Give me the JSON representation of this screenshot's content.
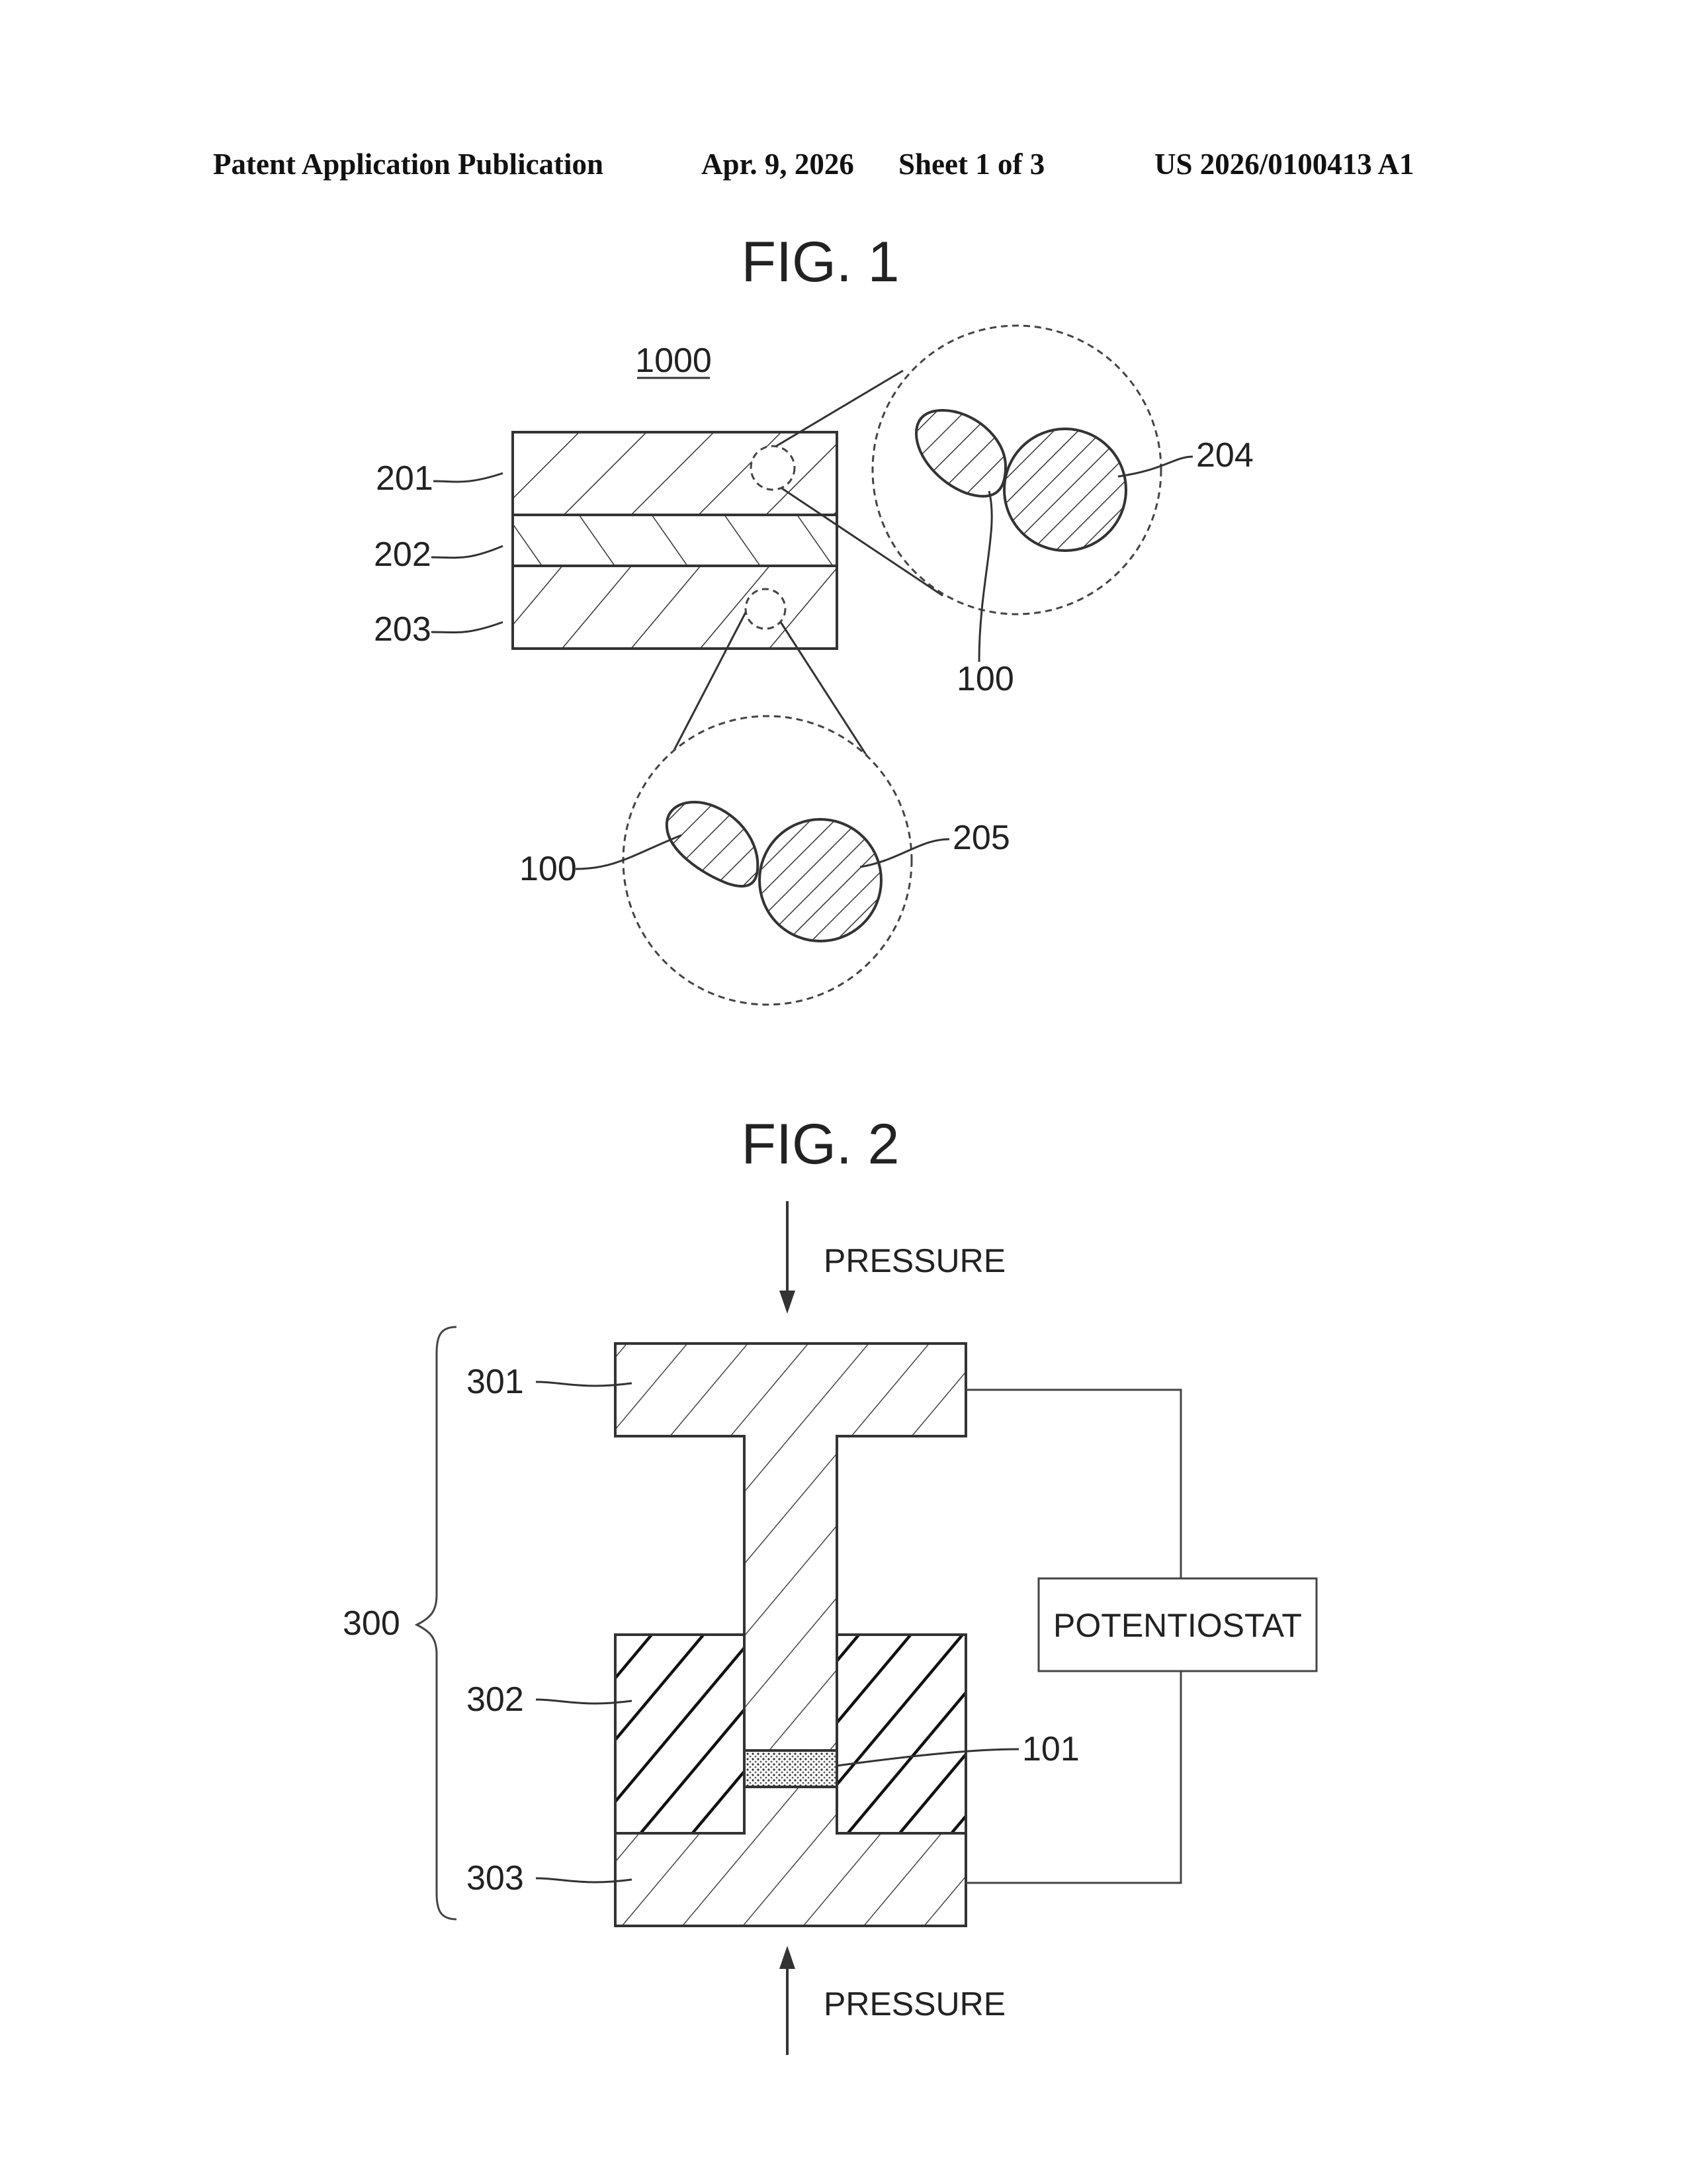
{
  "header": {
    "publication_type": "Patent Application Publication",
    "date": "Apr. 9, 2026",
    "sheet": "Sheet 1 of 3",
    "number": "US 2026/0100413 A1"
  },
  "fig1": {
    "title": "FIG. 1",
    "assembly_ref": "1000",
    "refs": {
      "layer_top": "201",
      "layer_middle": "202",
      "layer_bottom": "203",
      "upper_particle": "204",
      "upper_active": "100",
      "lower_active": "100",
      "lower_particle": "205"
    }
  },
  "fig2": {
    "title": "FIG. 2",
    "pressure_top": "PRESSURE",
    "pressure_bottom": "PRESSURE",
    "instrument": "POTENTIOSTAT",
    "refs": {
      "assembly": "300",
      "upper_punch": "301",
      "die": "302",
      "lower_punch": "303",
      "sample": "101"
    }
  }
}
